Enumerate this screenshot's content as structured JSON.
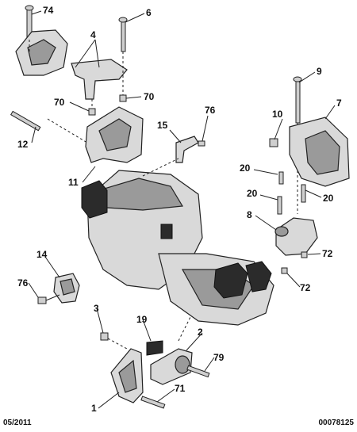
{
  "callouts": {
    "p74": "74",
    "p4": "4",
    "p6": "6",
    "p70a": "70",
    "p70b": "70",
    "p76a": "76",
    "p15": "15",
    "p12": "12",
    "p11": "11",
    "p9": "9",
    "p7": "7",
    "p10": "10",
    "p20a": "20",
    "p20b": "20",
    "p20c": "20",
    "p8": "8",
    "p72a": "72",
    "p72b": "72",
    "p14": "14",
    "p76b": "76",
    "p3": "3",
    "p19": "19",
    "p2": "2",
    "p79": "79",
    "p1": "1",
    "p71": "71"
  },
  "footer": {
    "date": "05/2011",
    "ref": "00078125"
  }
}
